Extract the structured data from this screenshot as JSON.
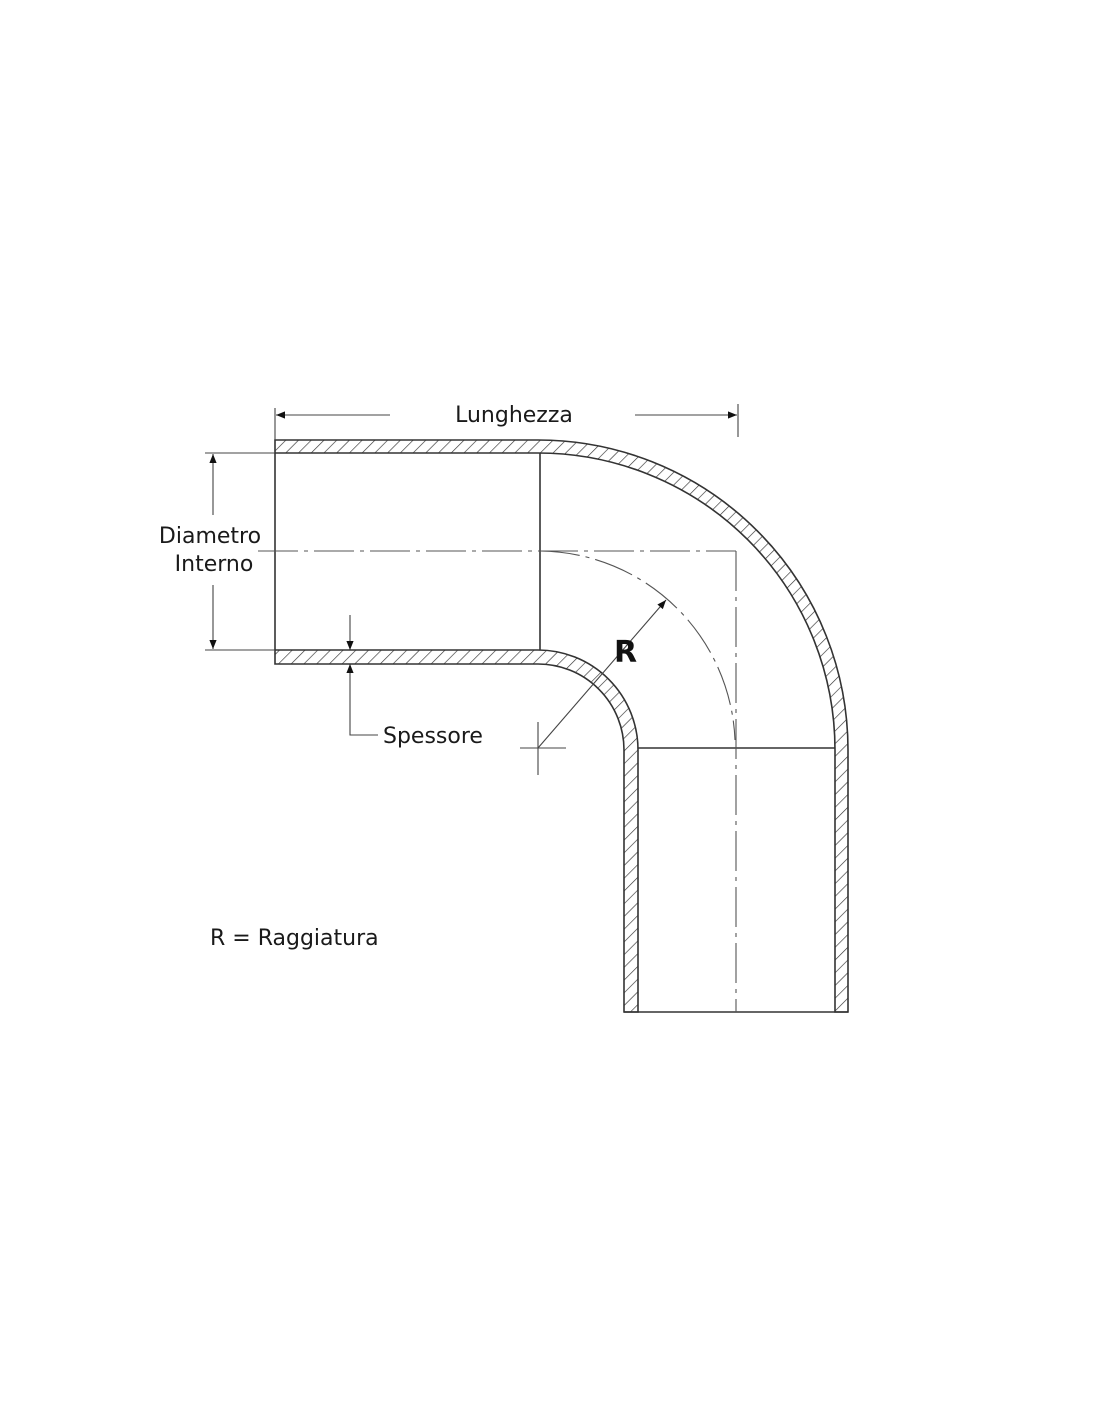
{
  "title": "Curva 90° - disegno tecnico",
  "labels": {
    "length": "Lunghezza",
    "inner_diameter_line1": "Diametro",
    "inner_diameter_line2": "Interno",
    "thickness": "Spessore",
    "radius_symbol": "R",
    "legend": "R = Raggiatura"
  },
  "colors": {
    "line": "#333333",
    "background": "#ffffff"
  }
}
